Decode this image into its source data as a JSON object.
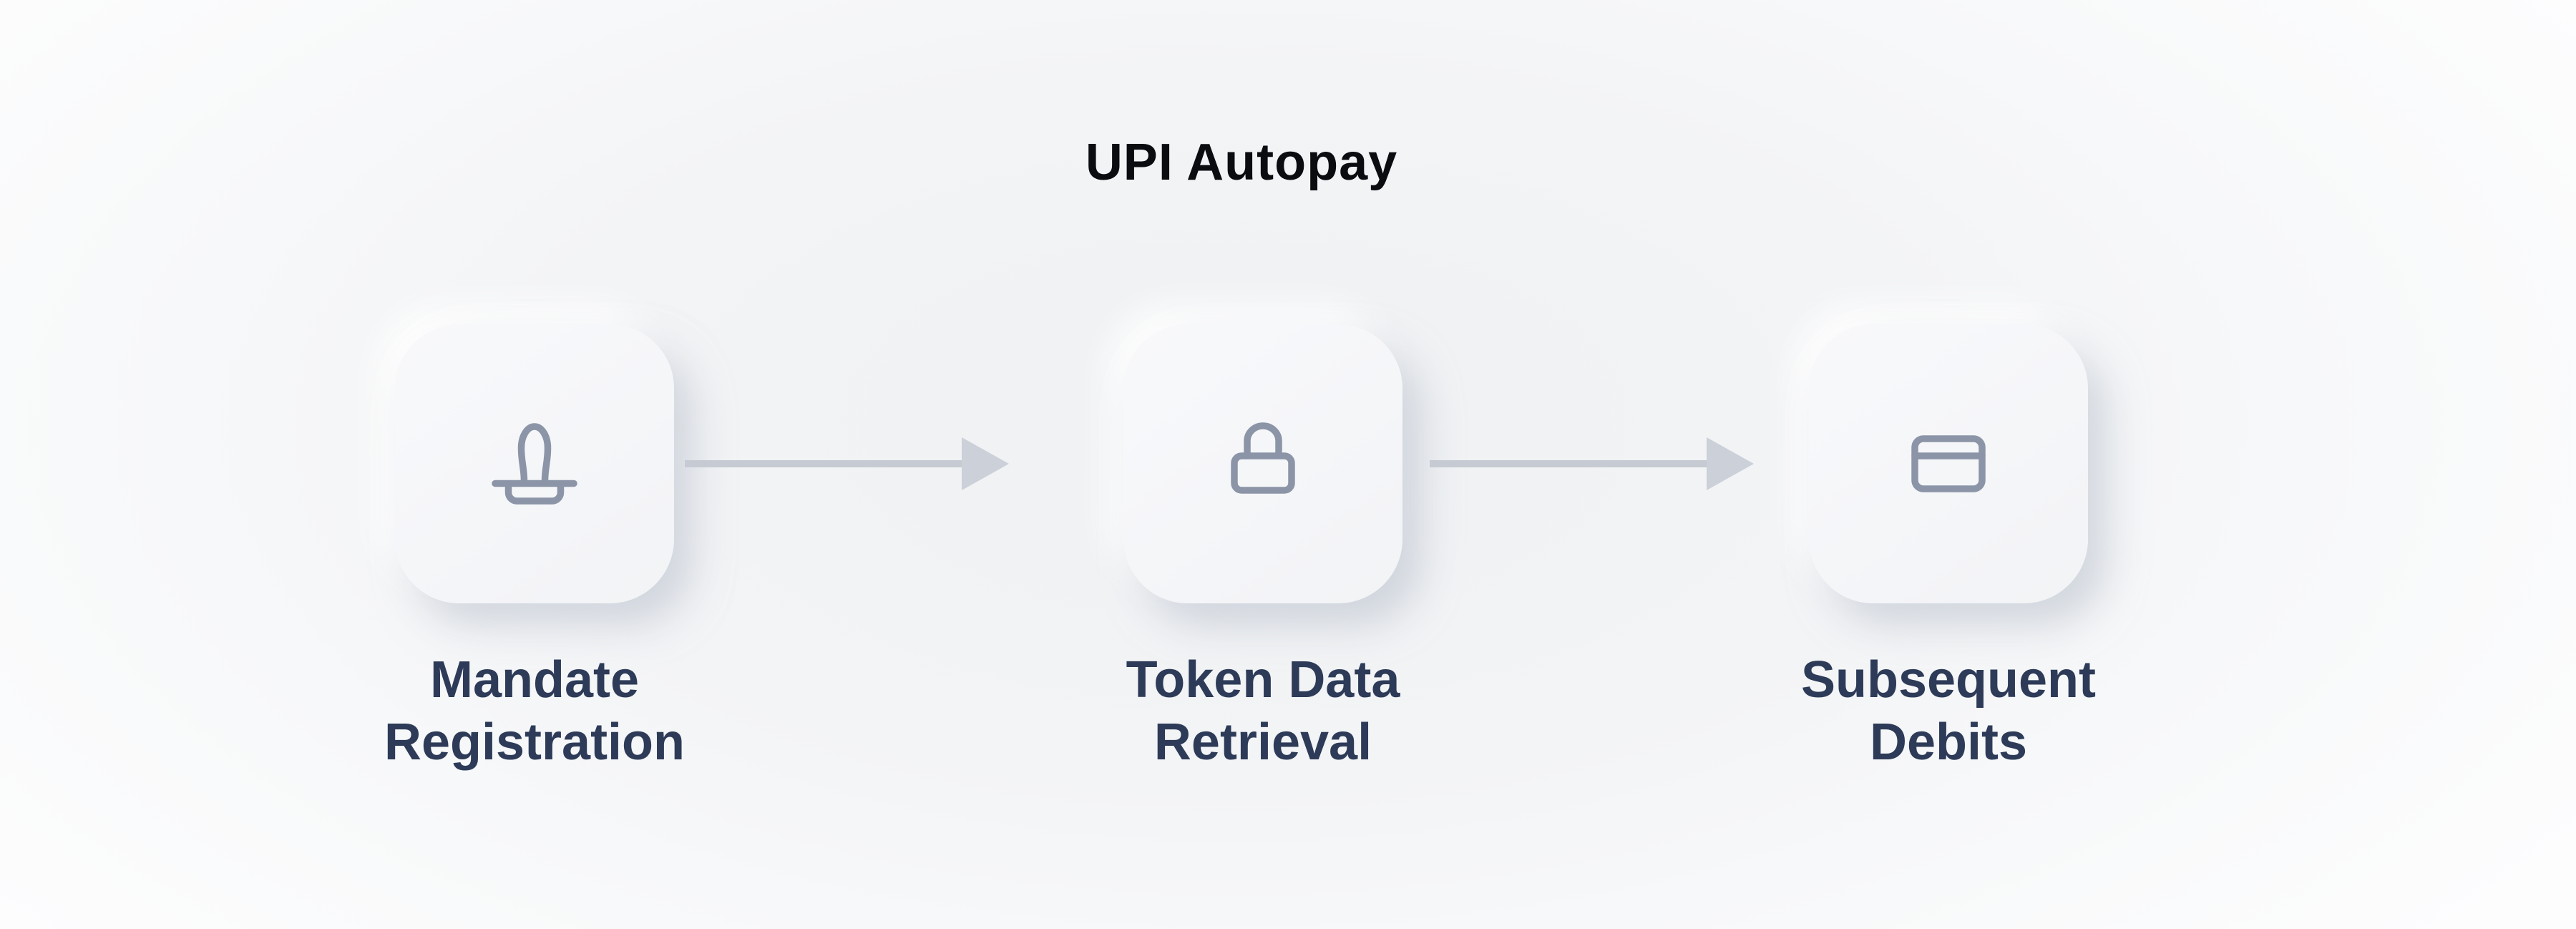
{
  "title": "UPI Autopay",
  "steps": [
    {
      "label": "Mandate\nRegistration",
      "icon": "stamp-icon"
    },
    {
      "label": "Token Data\nRetrieval",
      "icon": "lock-icon"
    },
    {
      "label": "Subsequent\nDebits",
      "icon": "credit-card-icon"
    }
  ],
  "colors": {
    "title-color": "#0a0c10",
    "label-color": "#2d3b58",
    "icon-color": "#8b95a7",
    "arrow-color": "#c5cad3",
    "arrow-head-color": "#cbd0d9",
    "card-bg": "#f2f3f6",
    "bg-center": "#eff1f3",
    "bg-edge": "#fdfdfe"
  }
}
